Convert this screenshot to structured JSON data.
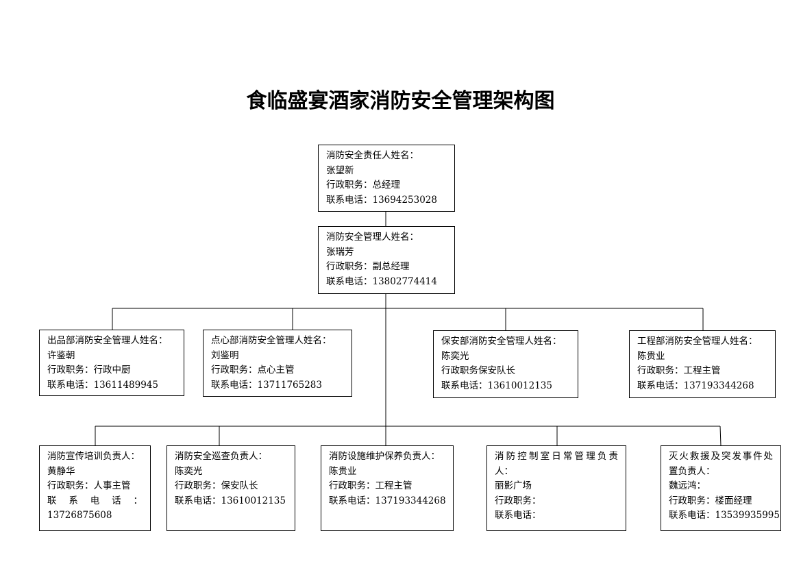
{
  "title": "食临盛宴酒家消防安全管理架构图",
  "top": {
    "role": "消防安全责任人姓名：",
    "name": "张望新",
    "position": "行政职务：总经理",
    "phone": "联系电话：13694253028"
  },
  "manager": {
    "role": "消防安全管理人姓名：",
    "name": "张瑞芳",
    "position": "行政职务：副总经理",
    "phone": "联系电话：13802774414"
  },
  "departments": [
    {
      "role": "出品部消防安全管理人姓名：",
      "name": "许鉴朝",
      "position": "行政职务：行政中厨",
      "phone": "联系电话：13611489945"
    },
    {
      "role": "点心部消防安全管理人姓名：",
      "name": "刘鉴明",
      "position": "行政职务：点心主管",
      "phone": "联系电话：13711765283"
    },
    {
      "role": "保安部消防安全管理人姓名：",
      "name": "陈奕光",
      "position": "行政职务保安队长",
      "phone": "联系电话：13610012135"
    },
    {
      "role": "工程部消防安全管理人姓名：",
      "name": "陈贵业",
      "position": "行政职务：工程主管",
      "phone": "联系电话：137193344268"
    }
  ],
  "duties": [
    {
      "role": "消防宣传培训负责人：",
      "name": "黄静华",
      "position": "行政职务：人事主管",
      "phone_label": "联系电话：",
      "phone": "13726875608"
    },
    {
      "role": "消防安全巡查负责人：",
      "name": "陈奕光",
      "position": "行政职务：保安队长",
      "phone": "联系电话：13610012135"
    },
    {
      "role": "消防设施维护保养负责人：",
      "name": "陈贵业",
      "position": "行政职务：工程主管",
      "phone": "联系电话：137193344268"
    },
    {
      "role_line1": "消防控制室日常管理负责",
      "role_line2": "人：",
      "name": "丽影广场",
      "position": "行政职务：",
      "phone": "联系电话："
    },
    {
      "role_line1": "灭火救援及突发事件处",
      "role_line2": "置负责人：",
      "name": "魏远鸿：",
      "position": "行政职务：楼面经理",
      "phone": "联系电话：13539935995"
    }
  ]
}
